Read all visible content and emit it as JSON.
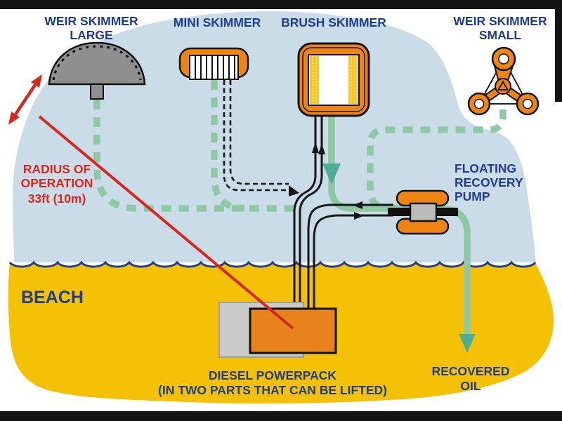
{
  "labels": {
    "weir_skimmer_large": [
      "WEIR SKIMMER",
      "LARGE"
    ],
    "mini_skimmer": "MINI SKIMMER",
    "brush_skimmer": "BRUSH SKIMMER",
    "weir_skimmer_small": [
      "WEIR SKIMMER",
      "SMALL"
    ],
    "radius_of_operation": [
      "RADIUS OF",
      "OPERATION",
      "33ft (10m)"
    ],
    "floating_recovery_pump": [
      "FLOATING",
      "RECOVERY",
      "PUMP"
    ],
    "beach": "BEACH",
    "recovered_oil": [
      "RECOVERED",
      "OIL"
    ],
    "diesel_powerpack": [
      "DIESEL POWERPACK",
      "(IN TWO PARTS THAT CAN BE LIFTED)"
    ]
  },
  "colors": {
    "label_blue": "#1e3d8f",
    "alert_red": "#d6281e",
    "water": "#c9dce8",
    "beach": "#f5c107",
    "equipment_orange": "#ee8411",
    "hose_green": "#8fc8a4",
    "flow_teal": "#4fae91",
    "cable_black": "#161616",
    "metal_gray": "#8f8f8f",
    "wave_blue": "#1e3d8f",
    "brush_yellow": "#f6c62a"
  }
}
